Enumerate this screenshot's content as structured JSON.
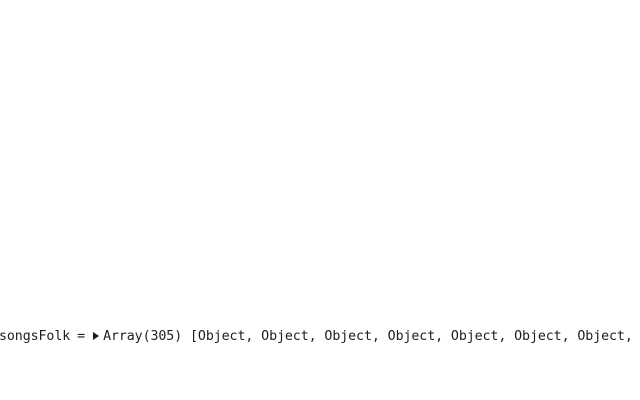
{
  "cell": {
    "variable_name": "songsFolk",
    "equals": "=",
    "toggle_icon": "triangle-right-icon",
    "summary_type": "Array(305)",
    "summary_items": "[Object, Object, Object, Object, Object, Object, Object, "
  }
}
